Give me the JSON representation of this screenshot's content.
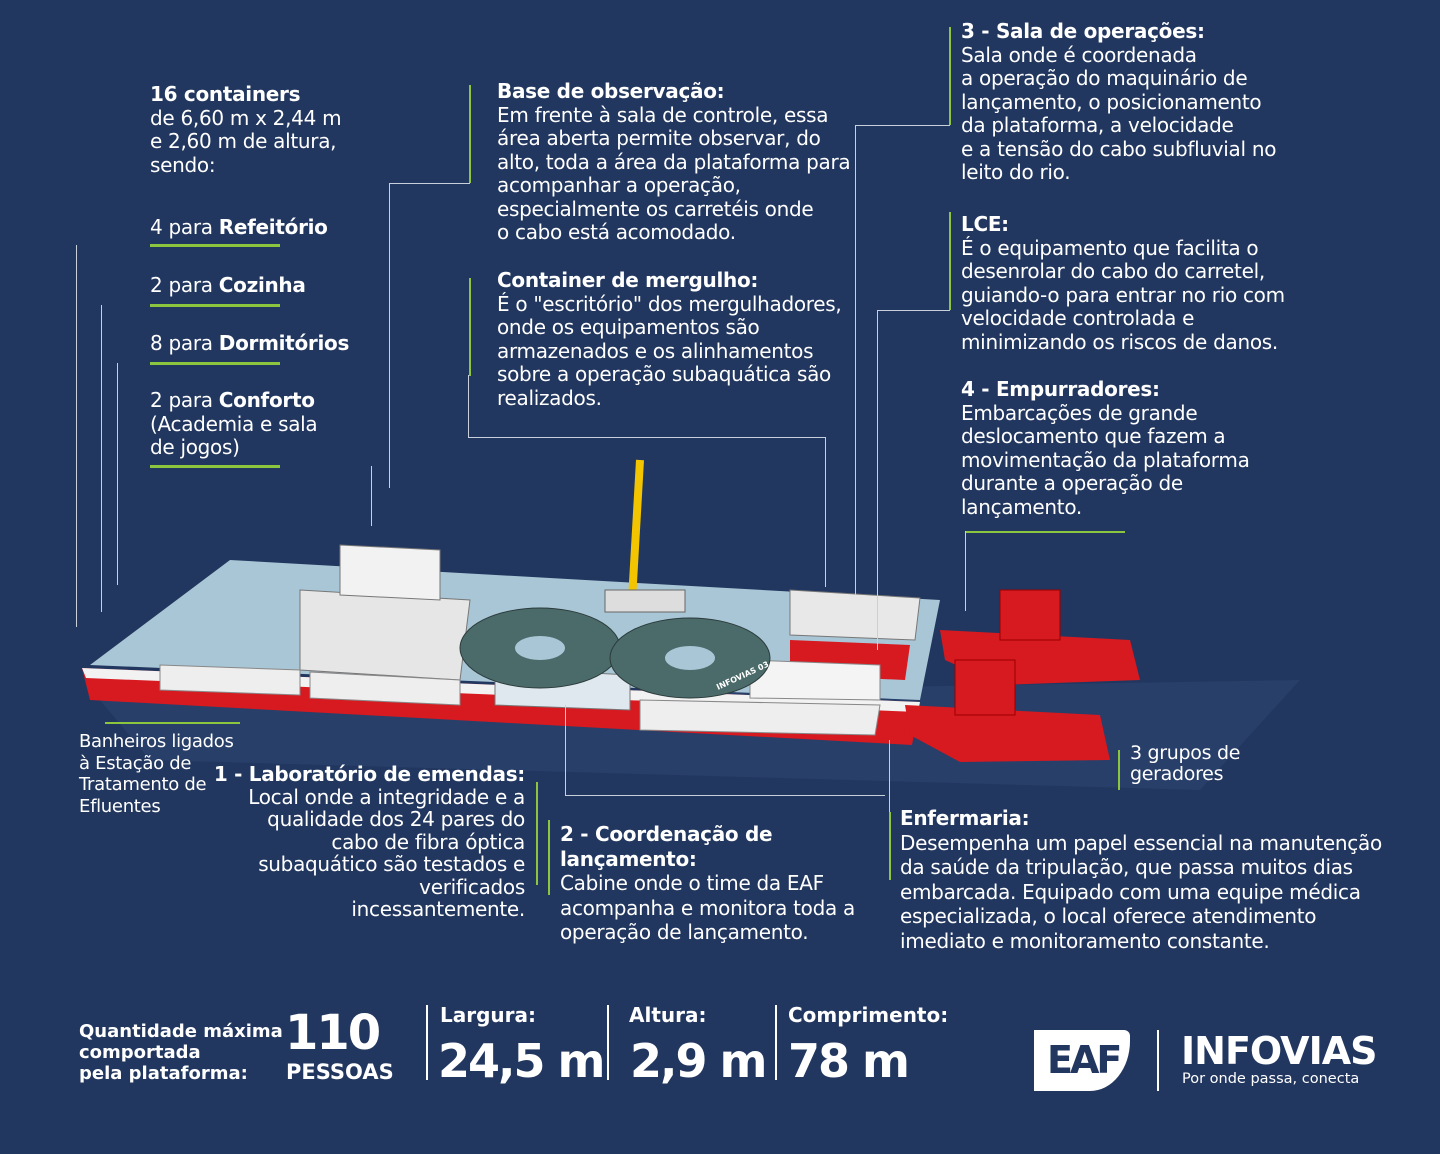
{
  "containers": {
    "title": "16 containers",
    "desc": [
      "de 6,60 m x 2,44 m",
      "e 2,60 m de altura,",
      "sendo:"
    ],
    "items": [
      {
        "prefix": "4 para ",
        "name": "Refeitório",
        "extra": []
      },
      {
        "prefix": "2 para ",
        "name": "Cozinha",
        "extra": []
      },
      {
        "prefix": "8 para ",
        "name": "Dormitórios",
        "extra": []
      },
      {
        "prefix": "2 para ",
        "name": "Conforto",
        "extra": [
          "(Academia e sala",
          "de jogos)"
        ]
      }
    ]
  },
  "base_observacao": {
    "title": "Base de observação:",
    "lines": [
      "Em frente à sala de controle, essa",
      "área aberta permite observar, do",
      "alto, toda a área da plataforma para",
      "acompanhar a operação,",
      "especialmente os carretéis onde",
      "o cabo está acomodado."
    ]
  },
  "container_mergulho": {
    "title": "Container de mergulho:",
    "lines": [
      "É o \"escritório\" dos mergulhadores,",
      "onde os equipamentos são",
      "armazenados e os alinhamentos",
      "sobre a operação subaquática são",
      "realizados."
    ]
  },
  "sala_operacoes": {
    "title": "3 - Sala de operações:",
    "lines": [
      "Sala onde é coordenada",
      "a operação do maquinário de",
      "lançamento, o posicionamento",
      "da plataforma, a velocidade",
      "e a tensão do cabo subfluvial no",
      "leito do rio."
    ]
  },
  "lce": {
    "title": "LCE:",
    "lines": [
      "É o equipamento que facilita o",
      "desenrolar do cabo do carretel,",
      "guiando-o para entrar no rio com",
      "velocidade controlada e",
      "minimizando os riscos de danos."
    ]
  },
  "empurradores": {
    "title": "4 - Empurradores:",
    "lines": [
      "Embarcações de grande",
      "deslocamento que fazem a",
      "movimentação da plataforma",
      "durante a operação de",
      "lançamento."
    ]
  },
  "banheiros": {
    "lines": [
      "Banheiros ligados",
      "à Estação de",
      "Tratamento de",
      "Efluentes"
    ]
  },
  "laboratorio": {
    "title": "1 - Laboratório de emendas:",
    "lines": [
      "Local onde a integridade e a",
      "qualidade dos 24 pares do",
      "cabo de fibra óptica",
      "subaquático são testados e",
      "verificados",
      "incessantemente."
    ]
  },
  "coordenacao": {
    "title": [
      "2 - Coordenação de",
      "lançamento:"
    ],
    "lines": [
      "Cabine onde o time da EAF",
      "acompanha e monitora toda a",
      "operação de lançamento."
    ]
  },
  "enfermaria": {
    "title": "Enfermaria:",
    "lines": [
      "Desempenha um papel essencial na manutenção",
      "da saúde da tripulação, que passa muitos dias",
      "embarcada. Equipado com uma equipe médica",
      "especializada, o local oferece atendimento",
      "imediato e monitoramento constante."
    ]
  },
  "geradores": {
    "lines": [
      "3 grupos de",
      "geradores"
    ]
  },
  "ship": {
    "name_label": "INFOVIAS 03"
  },
  "stats": {
    "capacity_label": [
      "Quantidade máxima",
      "comportada",
      "pela plataforma:"
    ],
    "capacity_value": "110",
    "capacity_unit": "PESSOAS",
    "width_label": "Largura:",
    "width_value": "24,5 m",
    "height_label": "Altura:",
    "height_value": "2,9 m",
    "length_label": "Comprimento:",
    "length_value": "78 m"
  },
  "brand": {
    "logo": "EAF",
    "name": "INFOVIAS",
    "tagline": "Por onde passa, conecta"
  },
  "colors": {
    "background": "#22375f",
    "accent": "#8cc63f",
    "hull": "#d71920"
  }
}
